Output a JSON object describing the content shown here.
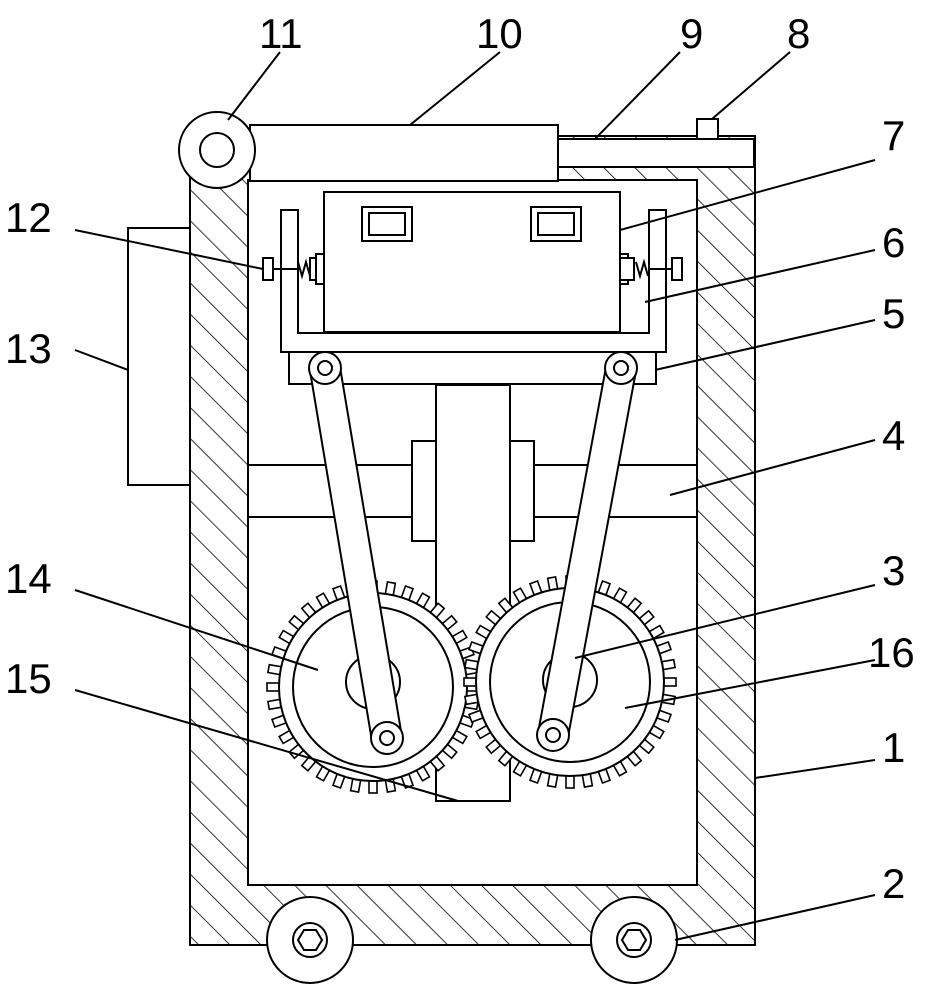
{
  "labels": {
    "l1": "1",
    "l2": "2",
    "l3": "3",
    "l4": "4",
    "l5": "5",
    "l6": "6",
    "l7": "7",
    "l8": "8",
    "l9": "9",
    "l10": "10",
    "l11": "11",
    "l12": "12",
    "l13": "13",
    "l14": "14",
    "l15": "15",
    "l16": "16"
  },
  "gears": {
    "left_teeth": 36,
    "right_teeth": 36
  },
  "colors": {
    "line": "#000000",
    "background": "#ffffff"
  }
}
